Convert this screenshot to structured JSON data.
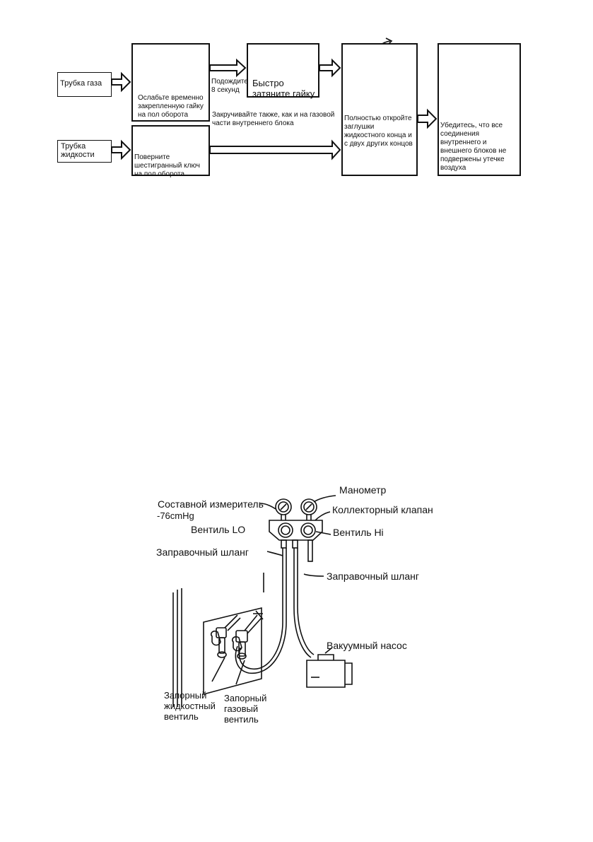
{
  "flow": {
    "gas_pipe_label": "Трубка газа",
    "liquid_pipe_label": "Трубка жидкости",
    "step1_text": "Ослабьте временно закрепленную гайку на пол оборота",
    "wait_text": "Подождите 8 секунд",
    "step2_text": "Быстро затяните гайку",
    "same_as_gas_text": "Закручивайте также, как и на газовой части внутреннего блока",
    "liquid_step_text": "Поверните шестигранный ключ на пол оборота",
    "step3_text": "Полностью откройте заглушки жидкостного конца и с двух других концов",
    "step4_text": "Убедитесь, что все соединения внутреннего и внешнего блоков не подвержены утечке воздуха"
  },
  "manifold": {
    "compound_gauge": "Составной измеритель",
    "vacuum_value": "-76cmHg",
    "pressure_gauge": "Манометр",
    "manifold_valve": "Коллекторный клапан",
    "valve_lo": "Вентиль LO",
    "valve_hi": "Вентиль Hi",
    "charge_hose_1": "Заправочный шланг",
    "charge_hose_2": "Заправочный шланг",
    "vacuum_pump": "Вакуумный насос",
    "liquid_stop_valve": "Запорный жидкостный вентиль",
    "gas_stop_valve": "Запорный газовый вентиль"
  }
}
